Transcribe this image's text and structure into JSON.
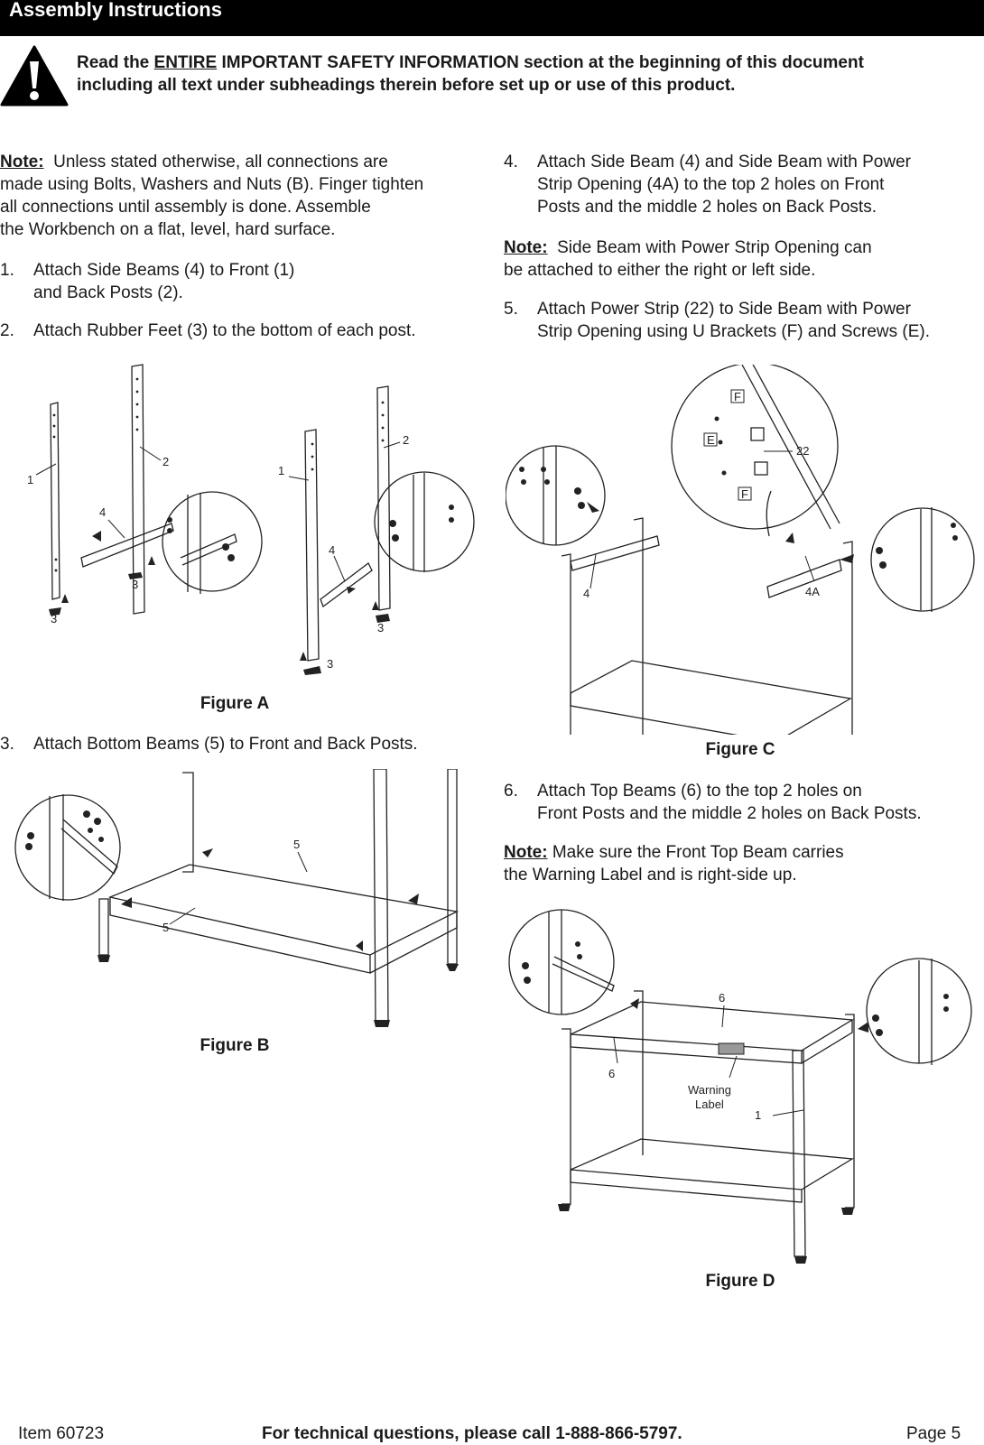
{
  "header": {
    "title": "Assembly Instructions"
  },
  "safety": {
    "line1_before": "Read the ",
    "line1_emph": "ENTIRE",
    "line1_after": " IMPORTANT SAFETY INFORMATION section at the beginning of this document",
    "line2": "including all text under subheadings therein before set up or use of this product."
  },
  "left": {
    "note_label": "Note:",
    "note_line1": "  Unless stated otherwise, all connections are",
    "note_line2": "made using Bolts, Washers and Nuts (B).  Finger tighten",
    "note_line3": "all connections until assembly is done.  Assemble",
    "note_line4": "the Workbench on a flat, level, hard surface.",
    "step1_num": "1.",
    "step1_line1": "Attach Side Beams (4) to Front (1)",
    "step1_line2": "and Back Posts (2).",
    "step2_num": "2.",
    "step2_line1": "Attach Rubber Feet (3) to the bottom of each post.",
    "figA_caption": "Figure A",
    "step3_num": "3.",
    "step3_line1": "Attach Bottom Beams (5) to Front and Back Posts.",
    "figB_caption": "Figure B"
  },
  "right": {
    "step4_num": "4.",
    "step4_line1": "Attach Side Beam (4) and Side Beam with Power",
    "step4_line2": "Strip Opening (4A) to the top 2 holes on Front",
    "step4_line3": "Posts and the middle 2 holes on Back Posts.",
    "note2_label": "Note:",
    "note2_line1": "  Side Beam with Power Strip Opening can",
    "note2_line2": "be attached to either the right or left side.",
    "step5_num": "5.",
    "step5_line1": "Attach Power Strip (22) to Side Beam with Power",
    "step5_line2": "Strip Opening using U Brackets (F) and Screws (E).",
    "figC_caption": "Figure C",
    "step6_num": "6.",
    "step6_line1": "Attach Top Beams (6) to the top 2 holes on",
    "step6_line2": "Front Posts and the middle 2 holes on Back Posts.",
    "note3_label": "Note:",
    "note3_line1": " Make sure the Front Top Beam carries",
    "note3_line2": "the Warning Label and is right-side up.",
    "figD_caption": "Figure D"
  },
  "figure_labels": {
    "a_1": "1",
    "a_2": "2",
    "a_4": "4",
    "a_3": "3",
    "b_5": "5",
    "c_4": "4",
    "c_4a": "4A",
    "c_22": "22",
    "c_e": "E",
    "c_f": "F",
    "d_6": "6",
    "d_1": "1",
    "d_warning1": "Warning",
    "d_warning2": "Label"
  },
  "footer": {
    "item": "Item 60723",
    "tech": "For technical questions, please call 1-888-866-5797.",
    "page": "Page 5"
  }
}
